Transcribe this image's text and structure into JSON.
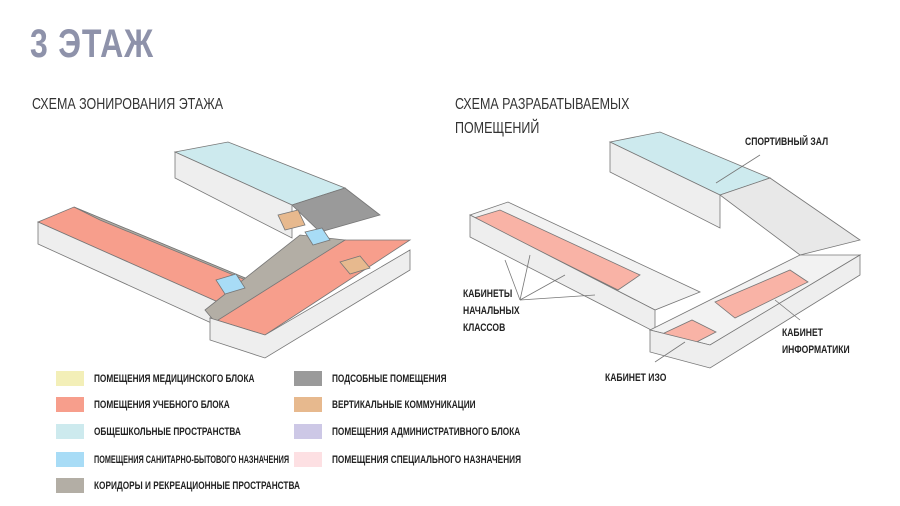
{
  "title": "3 ЭТАЖ",
  "left_heading": "СХЕМА ЗОНИРОВАНИЯ ЭТАЖА",
  "right_heading_line1": "СХЕМА РАЗРАБАТЫВАЕМЫХ",
  "right_heading_line2": "ПОМЕЩЕНИЙ",
  "labels": {
    "gym": "СПОРТИВНЫЙ ЗАЛ",
    "primary_1": "КАБИНЕТЫ",
    "primary_2": "НАЧАЛЬНЫХ",
    "primary_3": "КЛАССОВ",
    "it_1": "КАБИНЕТ",
    "it_2": "ИНФОРМАТИКИ",
    "art": "КАБИНЕТ ИЗО"
  },
  "legend": [
    {
      "label": "ПОМЕЩЕНИЯ МЕДИЦИНСКОГО БЛОКА",
      "color": "#f3efb8"
    },
    {
      "label": "ПОМЕЩЕНИЯ УЧЕБНОГО БЛОКА",
      "color": "#f79e8c"
    },
    {
      "label": "ОБЩЕШКОЛЬНЫЕ ПРОСТРАНСТВА",
      "color": "#cdeaee"
    },
    {
      "label": "ПОМЕЩЕНИЯ САНИТАРНО-БЫТОВОГО НАЗНАЧЕНИЯ",
      "color": "#a8dcf6"
    },
    {
      "label": "КОРИДОРЫ И РЕКРЕАЦИОННЫЕ ПРОСТРАНСТВА",
      "color": "#b3aea5"
    },
    {
      "label": "ПОДСОБНЫЕ ПОМЕЩЕНИЯ",
      "color": "#9a9a9a"
    },
    {
      "label": "ВЕРТИКАЛЬНЫЕ КОММУНИКАЦИИ",
      "color": "#e7b98e"
    },
    {
      "label": "ПОМЕЩЕНИЯ АДМИНИСТРАТИВНОГО БЛОКА",
      "color": "#cdc8e6"
    },
    {
      "label": "ПОМЕЩЕНИЯ СПЕЦИАЛЬНОГО НАЗНАЧЕНИЯ",
      "color": "#fde0e3"
    }
  ]
}
